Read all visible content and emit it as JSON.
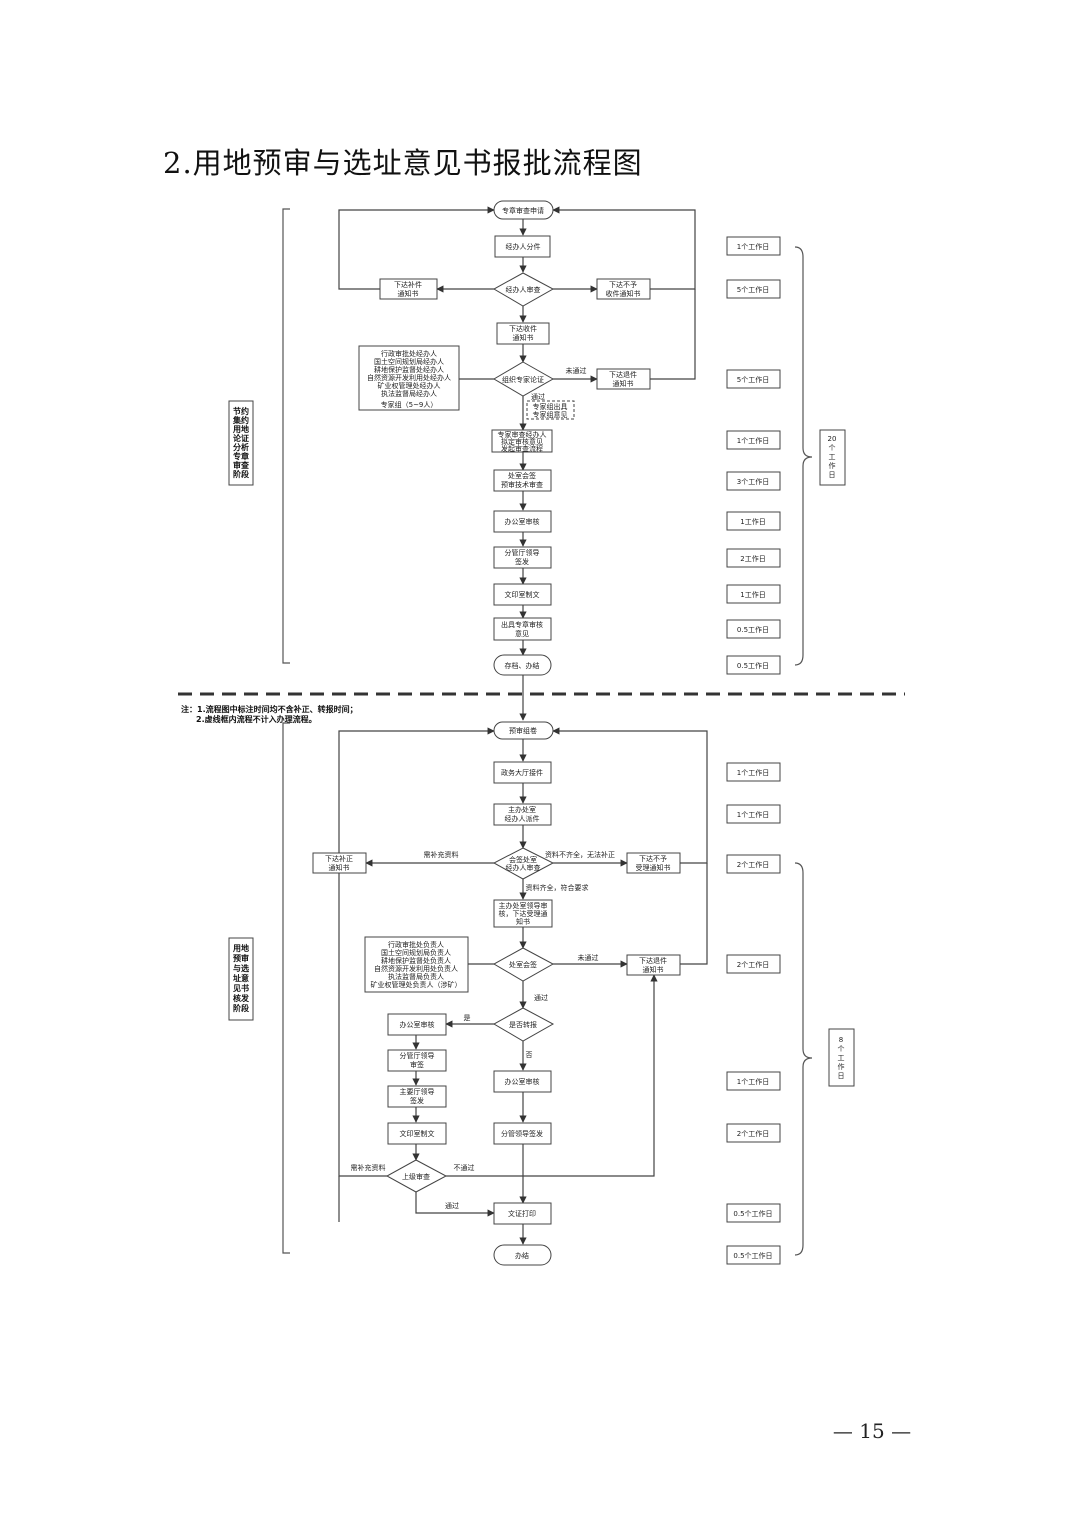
{
  "title": "2.用地预审与选址意见书报批流程图",
  "page_number": "— 15 —",
  "stage1": {
    "label": [
      "节约",
      "集约",
      "用地",
      "论证",
      "分析",
      "专章",
      "审查",
      "阶段"
    ],
    "nodes": {
      "start": "专章审查申请",
      "assign": "经办人分件",
      "review": "经办人审查",
      "supplement": [
        "下达补件",
        "通知书"
      ],
      "reject": [
        "下达不予",
        "收件通知书"
      ],
      "accept": [
        "下达收件",
        "通知书"
      ],
      "expert": "组织专家论证",
      "return": [
        "下达退件",
        "通知书"
      ],
      "expert_op": [
        "专家审查经办人",
        "拟定审核意见",
        "发起审查流程"
      ],
      "division": [
        "处室会签",
        "预审技术审查"
      ],
      "office": "办公室审核",
      "leader": [
        "分管厅领导",
        "签发"
      ],
      "print": "文印室制文",
      "opinion": [
        "出具专章审核",
        "意见"
      ],
      "archive": "存档、办结"
    },
    "staff": [
      "行政审批处经办人",
      "国土空间规划局经办人",
      "耕地保护监督处经办人",
      "自然资源开发利用处经办人",
      "矿业权管理处经办人",
      "执法监督局经办人",
      "专家组（5~9人）"
    ],
    "dashed_box": [
      "专家组出具",
      "专家组意见"
    ],
    "labels": {
      "fail": "未通过",
      "pass": "通过"
    },
    "times": [
      "1个工作日",
      "5个工作日",
      "5个工作日",
      "1个工作日",
      "3个工作日",
      "1工作日",
      "2工作日",
      "1工作日",
      "0.5工作日",
      "0.5工作日"
    ],
    "total": [
      "20",
      "个",
      "工",
      "作",
      "日"
    ]
  },
  "notes": [
    "注：1.流程图中标注时间均不含补正、转报时间；",
    "2.虚线框内流程不计入办理流程。"
  ],
  "stage2": {
    "label": [
      "用地",
      "预审",
      "与选",
      "址意",
      "见书",
      "核发",
      "阶段"
    ],
    "nodes": {
      "start": "预审组卷",
      "hall": "政务大厅接件",
      "dispatch": [
        "主办处室",
        "经办人派件"
      ],
      "cosign": [
        "会签处室",
        "经办人审查"
      ],
      "supplement": [
        "下达补正",
        "通知书"
      ],
      "reject": [
        "下达不予",
        "受理通知书"
      ],
      "leader_review": [
        "主办处室领导审",
        "核，下达受理通",
        "知书"
      ],
      "div_cosign": "处室会签",
      "return": [
        "下达退件",
        "通知书"
      ],
      "forward": "是否转报",
      "office_l": "办公室审核",
      "dept_leader": [
        "分管厅领导",
        "审签"
      ],
      "main_leader": [
        "主要厅领导",
        "签发"
      ],
      "print_l": "文印室制文",
      "office_r": "办公室审核",
      "sign_r": "分管领导签发",
      "upper": "上级审查",
      "doc_print": "文证打印",
      "finish": "办结"
    },
    "staff": [
      "行政审批处负责人",
      "国土空间规划局负责人",
      "耕地保护监督处负责人",
      "自然资源开发利用处负责人",
      "执法监督局负责人",
      "矿业权管理处负责人（涉矿）"
    ],
    "labels": {
      "need_supp": "需补充资料",
      "incomplete": "资料不齐全，无法补正",
      "complete": "资料齐全，符合要求",
      "fail": "未通过",
      "pass": "通过",
      "yes": "是",
      "no": "否",
      "need_supp2": "需补充资料",
      "fail2": "不通过",
      "pass2": "通过"
    },
    "times": [
      "1个工作日",
      "1个工作日",
      "2个工作日",
      "2个工作日",
      "1个工作日",
      "2个工作日",
      "0.5个工作日",
      "0.5个工作日"
    ],
    "total": [
      "8",
      "个",
      "工",
      "作",
      "日"
    ]
  }
}
